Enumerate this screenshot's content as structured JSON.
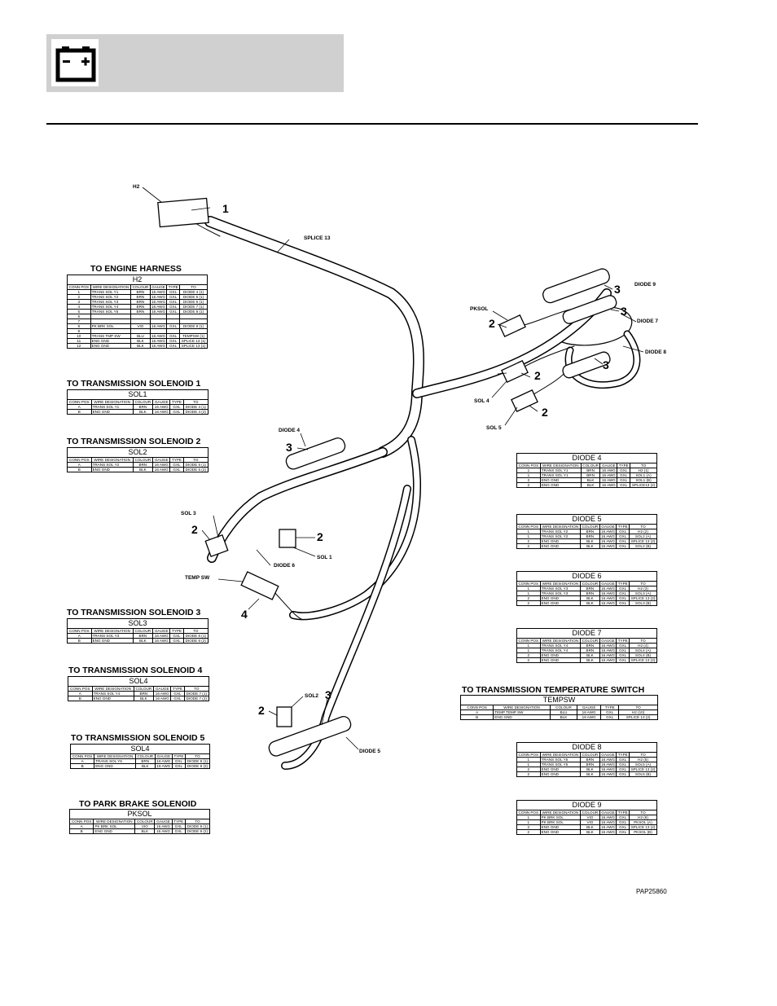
{
  "figure_code": "PAP25860",
  "callouts": {
    "one": "1",
    "two": "2",
    "three": "3",
    "four": "4"
  },
  "labels": {
    "h2": "H2",
    "splice13": "SPLICE 13",
    "diode9": "DIODE 9",
    "diode7": "DIODE 7",
    "diode8": "DIODE 8",
    "pksol": "PKSOL",
    "sol4": "SOL 4",
    "sol5": "SOL 5",
    "diode4": "DIODE 4",
    "sol3": "SOL 3",
    "sol1": "SOL 1",
    "diode6": "DIODE 6",
    "tempsw": "TEMP SW",
    "sol2": "SOL2",
    "diode5": "DIODE 5"
  },
  "table_columns": [
    "CONN POS",
    "WIRE DESIGNATION",
    "COLOUR",
    "GAUGE",
    "TYPE",
    "TO"
  ],
  "tables": {
    "h2": {
      "title": "TO ENGINE HARNESS",
      "name": "H2",
      "rows": [
        [
          "1",
          "TRANS SOL Y1",
          "BRN",
          "16 AWG",
          "GXL",
          "DIODE 4 (1)"
        ],
        [
          "2",
          "TRANS SOL Y2",
          "BRN",
          "16 AWG",
          "GXL",
          "DIODE 5 (1)"
        ],
        [
          "3",
          "TRANS SOL Y3",
          "BRN",
          "16 AWG",
          "GXL",
          "DIODE 6 (1)"
        ],
        [
          "4",
          "TRANS SOL Y4",
          "BRN",
          "16 AWG",
          "GXL",
          "DIODE 7 (1)"
        ],
        [
          "5",
          "TRANS SOL Y5",
          "BRN",
          "16 AWG",
          "GXL",
          "DIODE 8 (1)"
        ],
        [
          "6",
          "",
          "",
          "",
          "",
          ""
        ],
        [
          "7",
          "",
          "",
          "",
          "",
          ""
        ],
        [
          "8",
          "PK BRK SOL",
          "VIO",
          "16 AWG",
          "GXL",
          "DIODE 9 (1)"
        ],
        [
          "9",
          "",
          "",
          "",
          "",
          ""
        ],
        [
          "10",
          "TRANS TMP SW",
          "BLU",
          "16 AWG",
          "GXL",
          "TEMPSW (1)"
        ],
        [
          "11",
          "ENG GND",
          "BLK",
          "16 AWG",
          "GXL",
          "SPLICE 13 (1)"
        ],
        [
          "12",
          "ENG GND",
          "BLK",
          "16 AWG",
          "GXL",
          "SPLICE 13 (1)"
        ]
      ]
    },
    "sol1": {
      "title": "TO TRANSMISSION SOLENOID 1",
      "name": "SOL1",
      "rows": [
        [
          "A",
          "TRANS SOL Y1",
          "BRN",
          "16 AWG",
          "GXL",
          "DIODE 4 (1)"
        ],
        [
          "B",
          "ENG GND",
          "BLK",
          "16 AWG",
          "GXL",
          "DIODE 4 (2)"
        ]
      ]
    },
    "sol2": {
      "title": "TO TRANSMISSION SOLENOID 2",
      "name": "SOL2",
      "rows": [
        [
          "A",
          "TRANS SOL Y2",
          "BRN",
          "16 AWG",
          "GXL",
          "DIODE 5 (1)"
        ],
        [
          "B",
          "ENG GND",
          "BLK",
          "16 AWG",
          "GXL",
          "DIODE 5 (2)"
        ]
      ]
    },
    "sol3": {
      "title": "TO TRANSMISSION SOLENOID 3",
      "name": "SOL3",
      "rows": [
        [
          "A",
          "TRANS SOL Y3",
          "BRN",
          "16 AWG",
          "GXL",
          "DIODE 6 (1)"
        ],
        [
          "B",
          "ENG GND",
          "BLK",
          "16 AWG",
          "GXL",
          "DIODE 6 (2)"
        ]
      ]
    },
    "sol4": {
      "title": "TO TRANSMISSION SOLENOID 4",
      "name": "SOL4",
      "rows": [
        [
          "A",
          "TRANS SOL Y4",
          "BRN",
          "16 AWG",
          "GXL",
          "DIODE 7 (1)"
        ],
        [
          "B",
          "ENG GND",
          "BLK",
          "16 AWG",
          "GXL",
          "DIODE 7 (2)"
        ]
      ]
    },
    "sol5": {
      "title": "TO TRANSMISSION SOLENOID 5",
      "name": "SOL4",
      "rows": [
        [
          "A",
          "TRANS SOL Y5",
          "BRN",
          "16 AWG",
          "GXL",
          "DIODE 8 (1)"
        ],
        [
          "B",
          "ENG GND",
          "BLK",
          "16 AWG",
          "GXL",
          "DIODE 8 (2)"
        ]
      ]
    },
    "pksol": {
      "title": "TO PARK BRAKE SOLENOID",
      "name": "PKSOL",
      "rows": [
        [
          "A",
          "PK BRK SOL",
          "VIO",
          "16 AWG",
          "GXL",
          "DIODE 9 (1)"
        ],
        [
          "B",
          "ENG GND",
          "BLK",
          "16 AWG",
          "GXL",
          "DIODE 9 (2)"
        ]
      ]
    },
    "diode4": {
      "name": "DIODE 4",
      "rows": [
        [
          "1",
          "TRANS SOL Y1",
          "BRN",
          "16 AWG",
          "GXL",
          "H2 (1)"
        ],
        [
          "1",
          "TRANS SOL Y1",
          "BRN",
          "16 AWG",
          "GXL",
          "SOL1 (A)"
        ],
        [
          "2",
          "ENG GND",
          "BLK",
          "16 AWG",
          "GXL",
          "SOL1 (B)"
        ],
        [
          "2",
          "ENG GND",
          "BLK",
          "16 AWG",
          "GXL",
          "SPLICE13 (2)"
        ]
      ]
    },
    "diode5": {
      "name": "DIODE 5",
      "rows": [
        [
          "1",
          "TRANS SOL Y2",
          "BRN",
          "16 AWG",
          "GXL",
          "H2 (2)"
        ],
        [
          "1",
          "TRANS SOL Y2",
          "BRN",
          "16 AWG",
          "GXL",
          "SOL2 (A)"
        ],
        [
          "2",
          "ENG GND",
          "BLK",
          "16 AWG",
          "GXL",
          "SPLICE 13 (2)"
        ],
        [
          "2",
          "ENG GND",
          "BLK",
          "16 AWG",
          "GXL",
          "SOL2 (B)"
        ]
      ]
    },
    "diode6": {
      "name": "DIODE 6",
      "rows": [
        [
          "1",
          "TRANS SOL Y3",
          "BRN",
          "16 AWG",
          "GXL",
          "H2 (3)"
        ],
        [
          "1",
          "TRANS SOL Y3",
          "BRN",
          "16 AWG",
          "GXL",
          "SOL3 (A)"
        ],
        [
          "2",
          "ENG GND",
          "BLK",
          "16 AWG",
          "GXL",
          "SPLICE 13 (2)"
        ],
        [
          "2",
          "ENG GND",
          "BLK",
          "16 AWG",
          "GXL",
          "SOL3 (B)"
        ]
      ]
    },
    "diode7": {
      "name": "DIODE 7",
      "rows": [
        [
          "1",
          "TRANS SOL Y4",
          "BRN",
          "16 AWG",
          "GXL",
          "H2 (4)"
        ],
        [
          "1",
          "TRANS SOL Y4",
          "BRN",
          "16 AWG",
          "GXL",
          "SOL4 (A)"
        ],
        [
          "2",
          "ENG GND",
          "BLK",
          "16 AWG",
          "GXL",
          "SOL4 (B)"
        ],
        [
          "2",
          "ENG GND",
          "BLK",
          "16 AWG",
          "GXL",
          "SPLICE 13 (2)"
        ]
      ]
    },
    "tempsw": {
      "title": "TO TRANSMISSION TEMPERATURE SWITCH",
      "name": "TEMPSW",
      "rows": [
        [
          "A",
          "TEMP TEMP SW",
          "BLU",
          "16 AWG",
          "GXL",
          "H2 (10)"
        ],
        [
          "B",
          "ENG GND",
          "BLK",
          "16 AWG",
          "GXL",
          "SPLICE 13 (2)"
        ]
      ]
    },
    "diode8": {
      "name": "DIODE 8",
      "rows": [
        [
          "1",
          "TRANS SOL Y5",
          "BRN",
          "16 AWG",
          "GXL",
          "H2 (5)"
        ],
        [
          "1",
          "TRANS SOL Y5",
          "BRN",
          "16 AWG",
          "GXL",
          "SOL5 (A)"
        ],
        [
          "2",
          "ENG GND",
          "BLK",
          "16 AWG",
          "GXL",
          "SPLICE 13 (2)"
        ],
        [
          "2",
          "ENG GND",
          "BLK",
          "16 AWG",
          "GXL",
          "SOL5 (B)"
        ]
      ]
    },
    "diode9": {
      "name": "DIODE 9",
      "rows": [
        [
          "1",
          "PK BRK SOL",
          "VIO",
          "16 AWG",
          "GXL",
          "H2 (8)"
        ],
        [
          "1",
          "PK BRK SOL",
          "VIO",
          "16 AWG",
          "GXL",
          "PKSOL (A)"
        ],
        [
          "2",
          "ENG GND",
          "BLK",
          "16 AWG",
          "GXL",
          "SPLICE 13 (2)"
        ],
        [
          "2",
          "ENG GND",
          "BLK",
          "16 AWG",
          "GXL",
          "PKSOL (B)"
        ]
      ]
    }
  }
}
